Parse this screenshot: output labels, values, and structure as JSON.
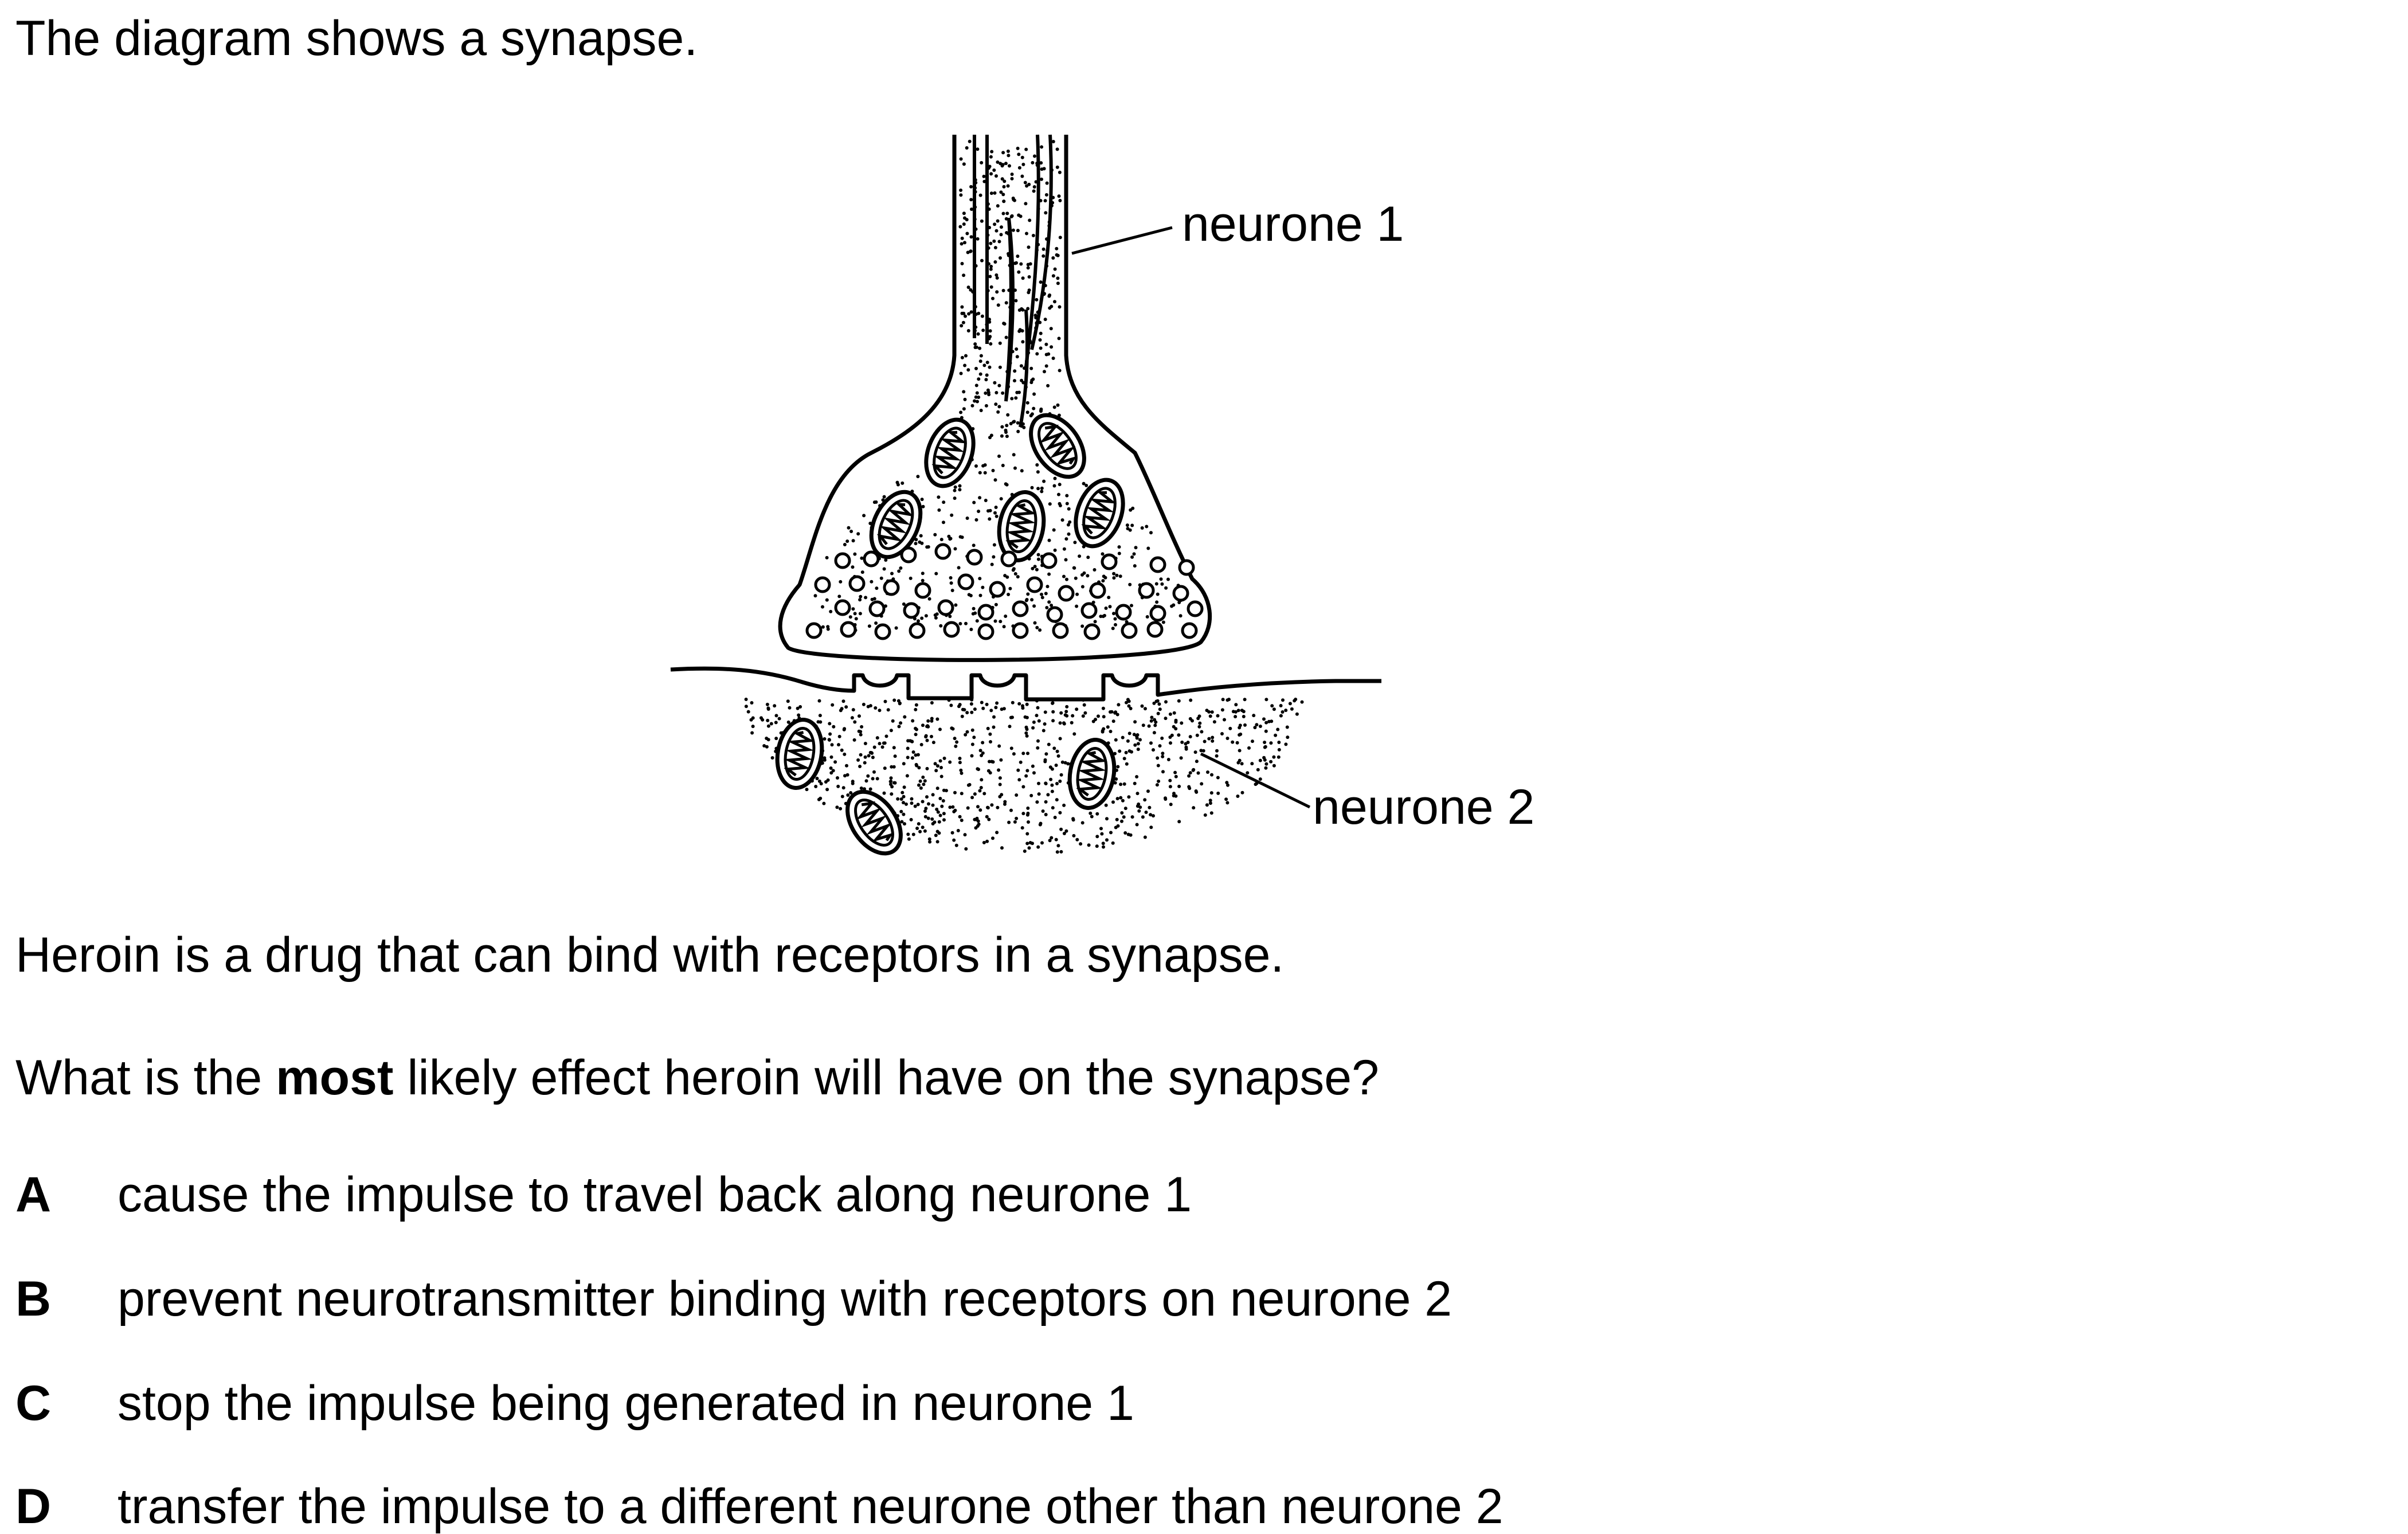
{
  "intro": "The diagram shows a synapse.",
  "diagram": {
    "label_neurone1": "neurone 1",
    "label_neurone2": "neurone 2"
  },
  "statement": "Heroin is a drug that can bind with receptors in a synapse.",
  "question": {
    "before": "What is the ",
    "bold": "most",
    "after": " likely effect heroin will have on the synapse?"
  },
  "options": [
    {
      "letter": "A",
      "text": "cause the impulse to travel back along neurone 1"
    },
    {
      "letter": "B",
      "text": "prevent neurotransmitter binding with receptors on neurone 2"
    },
    {
      "letter": "C",
      "text": "stop the impulse being generated in neurone 1"
    },
    {
      "letter": "D",
      "text": "transfer the impulse to a different neurone other than neurone 2"
    }
  ]
}
